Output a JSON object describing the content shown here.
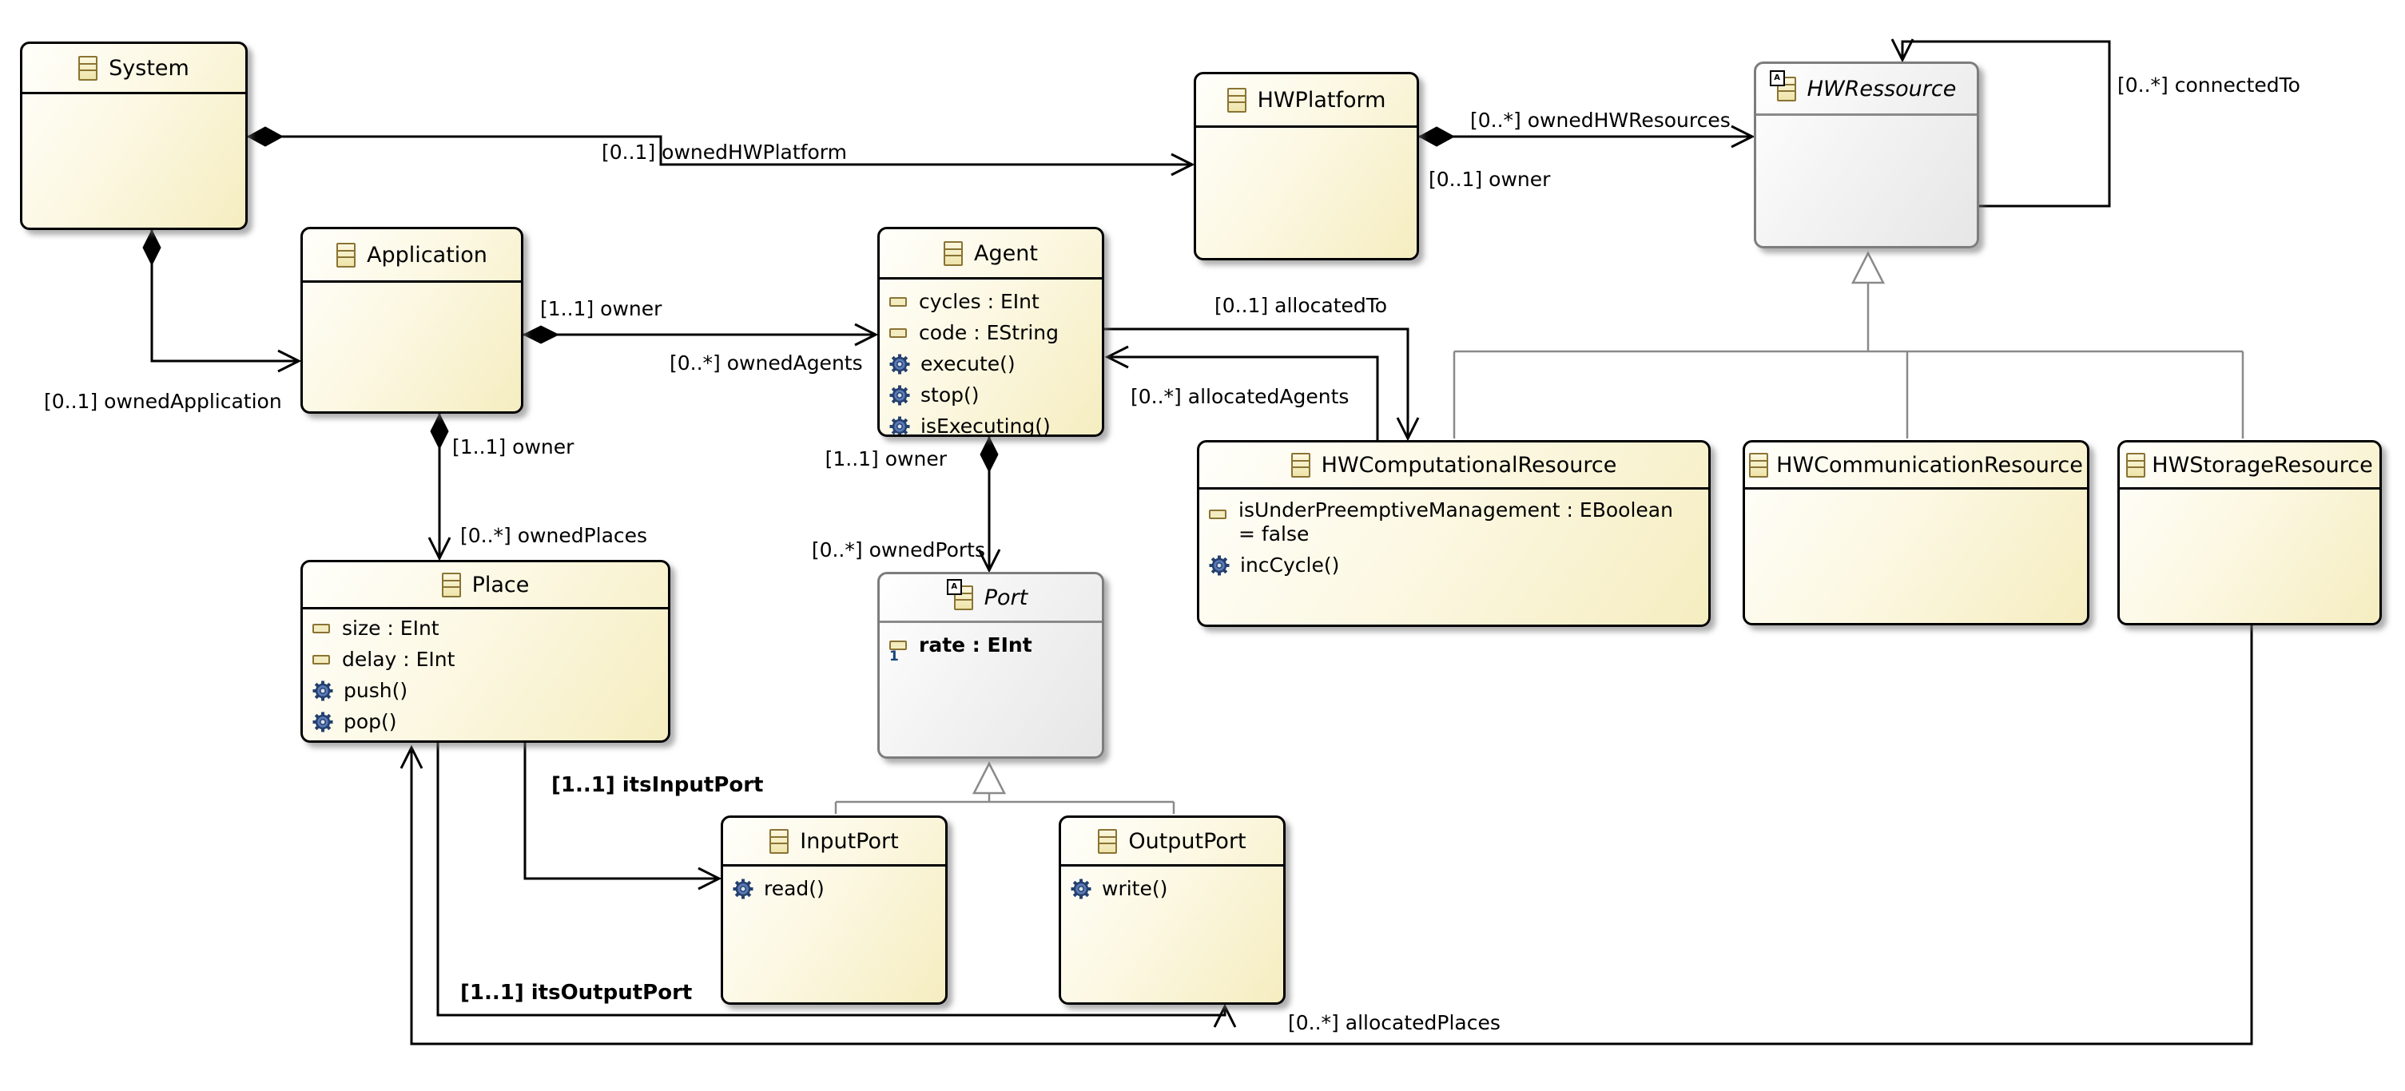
{
  "diagram": {
    "colors": {
      "class_fill": "#f5edc0",
      "class_border": "#000000",
      "abstract_fill": "#e6e6e6",
      "abstract_border": "#7d7d7d",
      "edge_color": "#000000",
      "generalization_color": "#8a8a8a",
      "icon_border": "#8a7333",
      "operation_icon_blue": "#5b79b4"
    },
    "abstract_badge": "A",
    "classes": [
      {
        "name": "System",
        "abstract": false,
        "members": []
      },
      {
        "name": "Application",
        "abstract": false,
        "members": []
      },
      {
        "name": "Agent",
        "abstract": false,
        "members": [
          {
            "kind": "attribute",
            "text": "cycles : EInt"
          },
          {
            "kind": "attribute",
            "text": "code : EString"
          },
          {
            "kind": "operation",
            "text": "execute()"
          },
          {
            "kind": "operation",
            "text": "stop()"
          },
          {
            "kind": "operation",
            "text": "isExecuting()"
          }
        ]
      },
      {
        "name": "HWPlatform",
        "abstract": false,
        "members": []
      },
      {
        "name": "HWRessource",
        "abstract": true,
        "members": []
      },
      {
        "name": "HWComputationalResource",
        "abstract": false,
        "members": [
          {
            "kind": "attribute",
            "text": "isUnderPreemptiveManagement : EBoolean = false"
          },
          {
            "kind": "operation",
            "text": "incCycle()"
          }
        ]
      },
      {
        "name": "HWCommunicationResource",
        "abstract": false,
        "members": []
      },
      {
        "name": "HWStorageResource",
        "abstract": false,
        "members": []
      },
      {
        "name": "Place",
        "abstract": false,
        "members": [
          {
            "kind": "attribute",
            "text": "size : EInt"
          },
          {
            "kind": "attribute",
            "text": "delay : EInt"
          },
          {
            "kind": "operation",
            "text": "push()"
          },
          {
            "kind": "operation",
            "text": "pop()"
          }
        ]
      },
      {
        "name": "Port",
        "abstract": true,
        "members": [
          {
            "kind": "attribute",
            "text": "rate : EInt",
            "bold": true,
            "lower_bound_badge": "1"
          }
        ]
      },
      {
        "name": "InputPort",
        "abstract": false,
        "members": [
          {
            "kind": "operation",
            "text": "read()"
          }
        ]
      },
      {
        "name": "OutputPort",
        "abstract": false,
        "members": [
          {
            "kind": "operation",
            "text": "write()"
          }
        ]
      }
    ],
    "edge_labels": {
      "owned_hwplatform": "[0..1] ownedHWPlatform",
      "owned_hwresources": "[0..*] ownedHWResources",
      "hw_owner": "[0..1] owner",
      "connected_to": "[0..*] connectedTo",
      "owned_application": "[0..1] ownedApplication",
      "app_owner": "[1..1] owner",
      "owned_agents": "[0..*] ownedAgents",
      "allocated_to": "[0..1] allocatedTo",
      "allocated_agents": "[0..*] allocatedAgents",
      "place_owner": "[1..1] owner",
      "owned_places": "[0..*] ownedPlaces",
      "port_owner": "[1..1] owner",
      "owned_ports": "[0..*] ownedPorts",
      "its_input_port": "[1..1] itsInputPort",
      "its_output_port": "[1..1] itsOutputPort",
      "allocated_places": "[0..*] allocatedPlaces"
    }
  }
}
